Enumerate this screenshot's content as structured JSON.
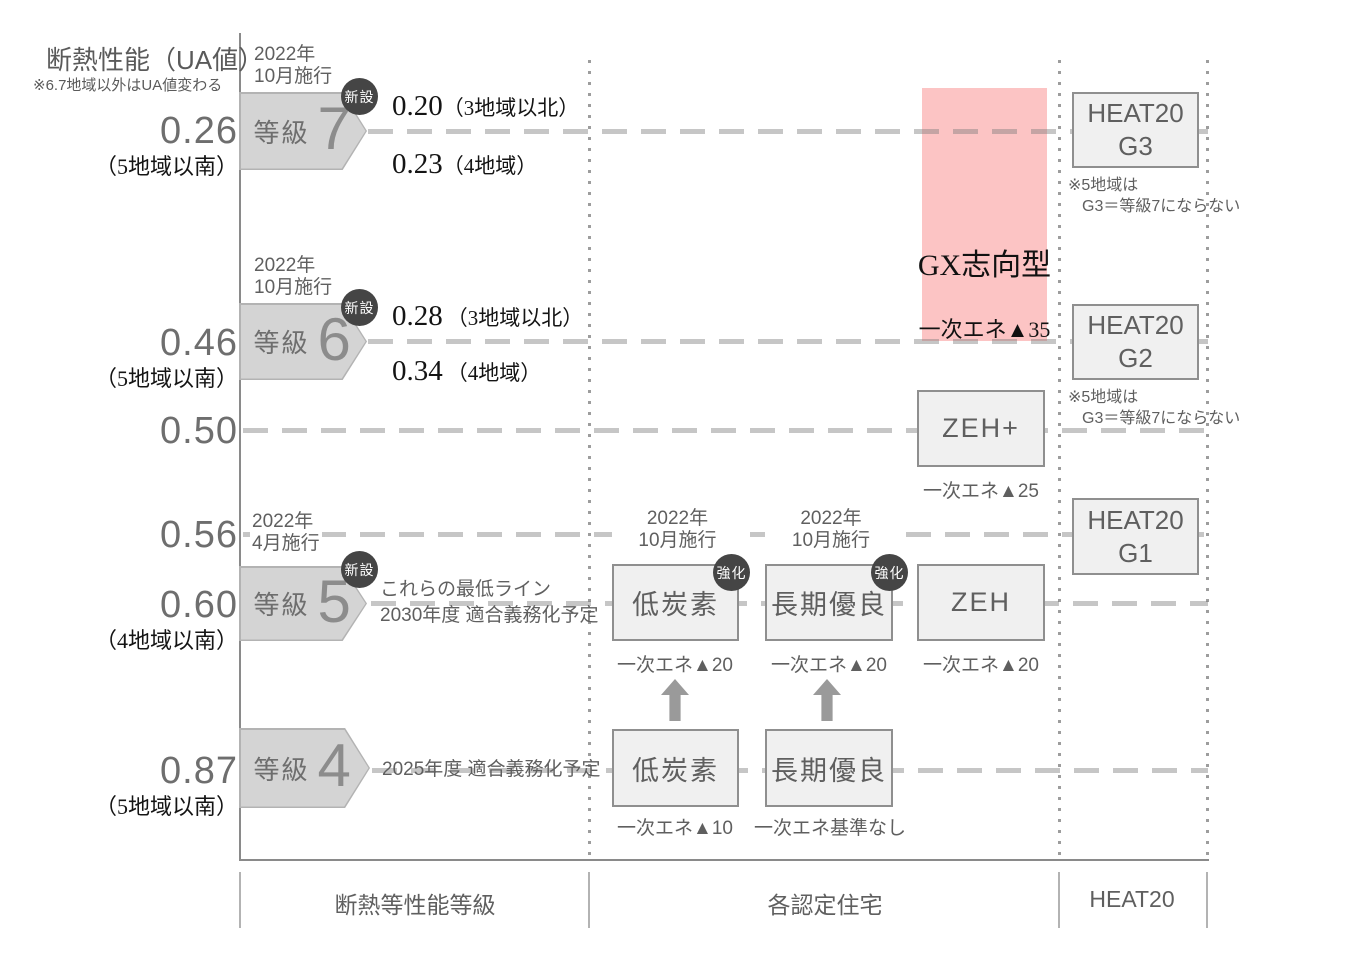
{
  "header": {
    "title": "断熱性能（UA値）",
    "note": "※6.7地域以外はUA値変わる"
  },
  "ua_scale": [
    {
      "value": "0.26",
      "region": "（5地域以南）"
    },
    {
      "value": "0.46",
      "region": "（5地域以南）"
    },
    {
      "value": "0.50",
      "region": ""
    },
    {
      "value": "0.56",
      "region": ""
    },
    {
      "value": "0.60",
      "region": "（4地域以南）"
    },
    {
      "value": "0.87",
      "region": "（5地域以南）"
    }
  ],
  "grades": [
    {
      "prefix": "等級",
      "number": "7",
      "badge": "新設",
      "date_line1": "2022年",
      "date_line2": "10月施行",
      "annotations": [
        {
          "value": "0.20",
          "region": "（3地域以北）"
        },
        {
          "value": "0.23",
          "region": "（4地域）"
        }
      ]
    },
    {
      "prefix": "等級",
      "number": "6",
      "badge": "新設",
      "date_line1": "2022年",
      "date_line2": "10月施行",
      "annotations": [
        {
          "value": "0.28",
          "region": "（3地域以北）"
        },
        {
          "value": "0.34",
          "region": "（4地域）"
        }
      ]
    },
    {
      "prefix": "等級",
      "number": "5",
      "badge": "新設",
      "date_line1": "2022年",
      "date_line2": "4月施行",
      "note_line1": "これらの最低ライン",
      "note_line2": "2030年度 適合義務化予定"
    },
    {
      "prefix": "等級",
      "number": "4",
      "note_line1": "2025年度 適合義務化予定"
    }
  ],
  "certifications": {
    "low_carbon_upper": {
      "label": "低炭素",
      "badge": "強化",
      "date_line1": "2022年",
      "date_line2": "10月施行",
      "energy": "一次エネ▲20"
    },
    "long_term_upper": {
      "label": "長期優良",
      "badge": "強化",
      "date_line1": "2022年",
      "date_line2": "10月施行",
      "energy": "一次エネ▲20"
    },
    "zeh": {
      "label": "ZEH",
      "energy": "一次エネ▲20"
    },
    "zeh_plus": {
      "label": "ZEH+",
      "energy": "一次エネ▲25"
    },
    "low_carbon_lower": {
      "label": "低炭素",
      "energy": "一次エネ▲10"
    },
    "long_term_lower": {
      "label": "長期優良",
      "energy": "一次エネ基準なし"
    }
  },
  "gx": {
    "label": "GX志向型",
    "energy": "一次エネ▲35"
  },
  "heat20": {
    "g3": {
      "line1": "HEAT20",
      "line2": "G3",
      "note_line1": "※5地域は",
      "note_line2": "G3＝等級7にならない"
    },
    "g2": {
      "line1": "HEAT20",
      "line2": "G2",
      "note_line1": "※5地域は",
      "note_line2": "G3＝等級7にならない"
    },
    "g1": {
      "line1": "HEAT20",
      "line2": "G1"
    }
  },
  "axis": {
    "left": "断熱等性能等級",
    "middle": "各認定住宅",
    "right": "HEAT20"
  },
  "colors": {
    "gx_zone_pink": "#fcc4c4",
    "badge_dark": "#454545",
    "dash_gray": "#c9c9c9",
    "box_fill": "#f0f0f0",
    "pentagon_fill": "#d4d4d4"
  }
}
